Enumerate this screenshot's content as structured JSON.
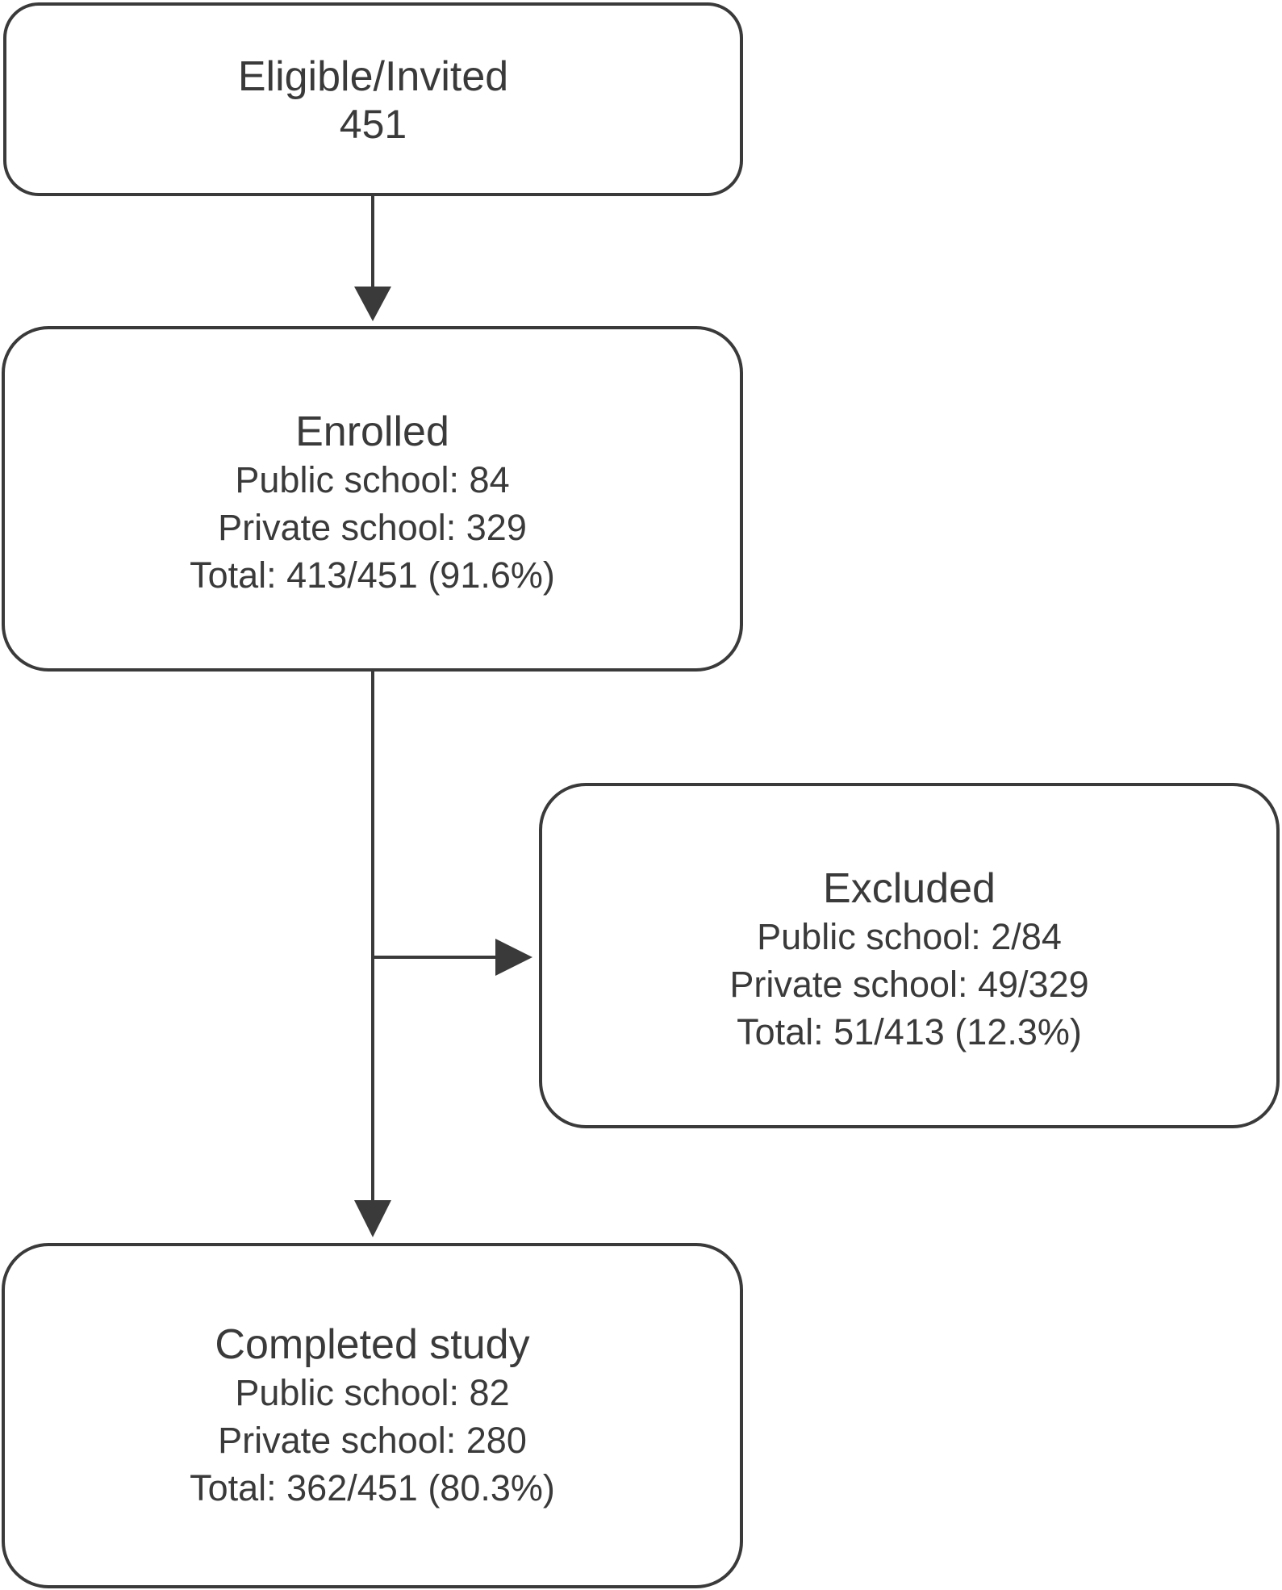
{
  "nodes": {
    "eligible": {
      "title": "Eligible/Invited",
      "count": "451"
    },
    "enrolled": {
      "title": "Enrolled",
      "public": "Public school: 84",
      "private": "Private school: 329",
      "total": "Total: 413/451 (91.6%)"
    },
    "excluded": {
      "title": "Excluded",
      "public": "Public school: 2/84",
      "private": "Private school: 49/329",
      "total": "Total: 51/413 (12.3%)"
    },
    "completed": {
      "title": "Completed study",
      "public": "Public school: 82",
      "private": "Private school: 280",
      "total": "Total: 362/451 (80.3%)"
    }
  },
  "edges": [
    {
      "from": "eligible",
      "to": "enrolled"
    },
    {
      "from": "enrolled",
      "to": "excluded"
    },
    {
      "from": "enrolled",
      "to": "completed"
    }
  ],
  "colors": {
    "stroke": "#3a3a3a",
    "text": "#3a3a3a",
    "background": "#ffffff"
  }
}
